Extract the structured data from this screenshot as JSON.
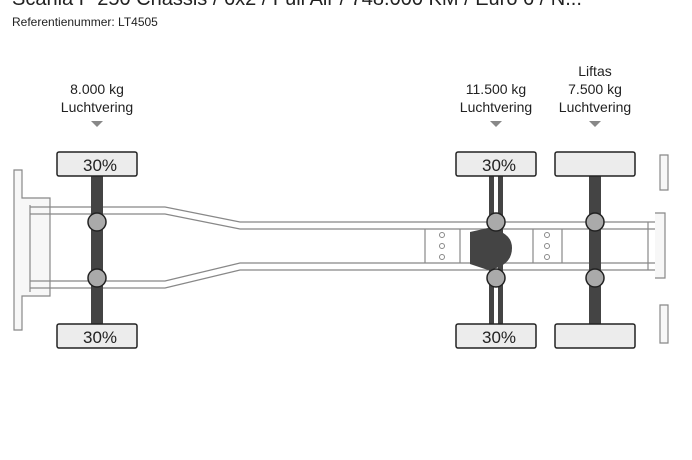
{
  "header": {
    "title": "Scania P 250 Chassis / 6x2 / Full Air / 748.000 KM / Euro 6 / N...",
    "reference": "Referentienummer: LT4505"
  },
  "axles": [
    {
      "id": "front",
      "line1": "8.000 kg",
      "line2": "Luchtvering",
      "line3": "",
      "tire_top": "30%",
      "tire_bottom": "30%"
    },
    {
      "id": "drive",
      "line1": "11.500 kg",
      "line2": "Luchtvering",
      "line3": "",
      "tire_top": "30%",
      "tire_bottom": "30%"
    },
    {
      "id": "tag",
      "line1": "Liftas",
      "line2": "7.500 kg",
      "line3": "Luchtvering",
      "tire_top": "",
      "tire_bottom": ""
    }
  ],
  "colors": {
    "frame": "#888888",
    "tire_fill": "#ececec",
    "axle": "#444444",
    "joint": "#aaaaaa",
    "marker": "#888888"
  }
}
